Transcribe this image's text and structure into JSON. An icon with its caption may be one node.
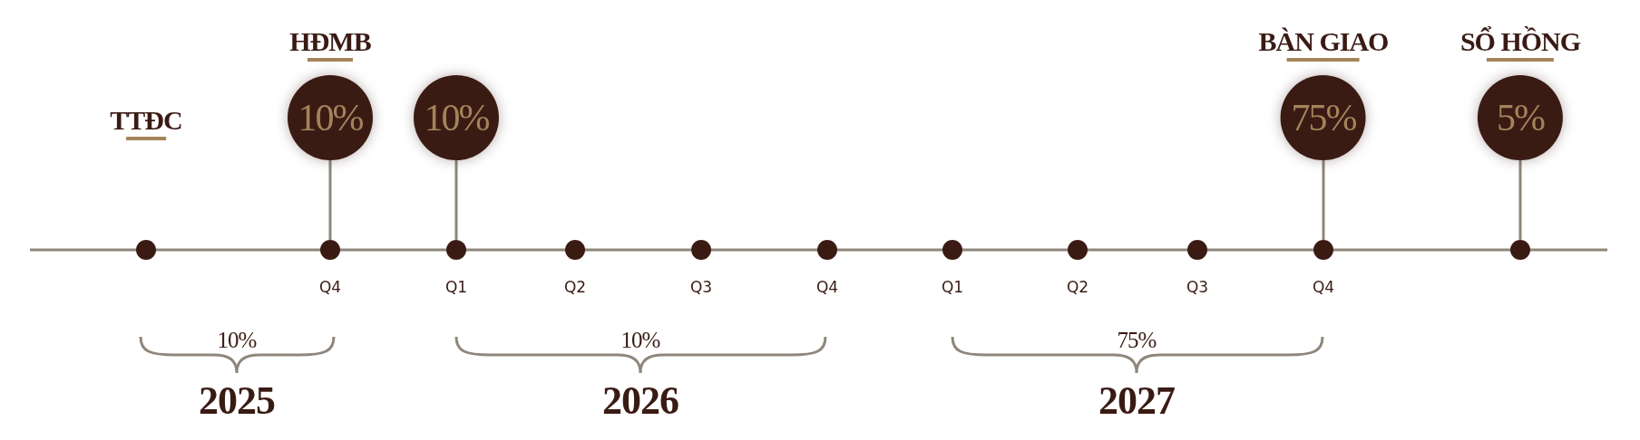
{
  "diagram": {
    "nodes": [
      {
        "text": [
          "HĐMB",
          "10%"
        ]
      },
      {
        "text": [
          "10%"
        ]
      },
      {
        "text": [
          "BÀN GIAO",
          "75%"
        ]
      },
      {
        "text": [
          "SỔ HỒNG",
          "5%"
        ]
      },
      {
        "text": [],
        "shape": "circle"
      },
      {
        "text": [],
        "shape": "circle",
        "beside": [
          "Q4"
        ]
      },
      {
        "text": [],
        "shape": "circle",
        "beside": [
          "Q1"
        ]
      },
      {
        "text": [],
        "shape": "circle",
        "beside": [
          "Q2"
        ]
      },
      {
        "text": [],
        "shape": "circle",
        "beside": [
          "Q3"
        ]
      },
      {
        "text": [],
        "shape": "circle",
        "beside": [
          "Q4"
        ]
      },
      {
        "text": [],
        "shape": "circle",
        "beside": [
          "Q1"
        ]
      },
      {
        "text": [],
        "shape": "circle",
        "beside": [
          "Q2"
        ]
      },
      {
        "text": [],
        "shape": "circle",
        "beside": [
          "Q3"
        ]
      },
      {
        "text": [],
        "shape": "circle",
        "beside": [
          "Q4"
        ]
      },
      {
        "text": [],
        "shape": "circle"
      }
    ],
    "edges": [
      {
        "from": 0,
        "to": 5,
        "arrow": "none"
      },
      {
        "from": 1,
        "to": 6,
        "arrow": "none"
      },
      {
        "from": 2,
        "to": 13,
        "arrow": "none"
      },
      {
        "from": 3,
        "to": 14,
        "arrow": "none"
      },
      {
        "from": null,
        "to": 4,
        "arrow": "none"
      },
      {
        "from": 4,
        "to": 5,
        "arrow": "none"
      },
      {
        "from": 5,
        "to": 6,
        "arrow": "none"
      },
      {
        "from": 6,
        "to": 7,
        "arrow": "none"
      },
      {
        "from": 7,
        "to": 8,
        "arrow": "none"
      },
      {
        "from": 8,
        "to": 9,
        "arrow": "none"
      },
      {
        "from": 9,
        "to": 10,
        "arrow": "none"
      },
      {
        "from": 10,
        "to": 11,
        "arrow": "none"
      },
      {
        "from": 11,
        "to": 12,
        "arrow": "none"
      },
      {
        "from": 12,
        "to": 13,
        "arrow": "none"
      },
      {
        "from": 13,
        "to": 14,
        "arrow": "none"
      },
      {
        "from": 14,
        "to": null,
        "arrow": "none"
      }
    ],
    "labels": [
      "TTĐC",
      "10%",
      "10%",
      "75%",
      "2025",
      "2026",
      "2027"
    ]
  }
}
